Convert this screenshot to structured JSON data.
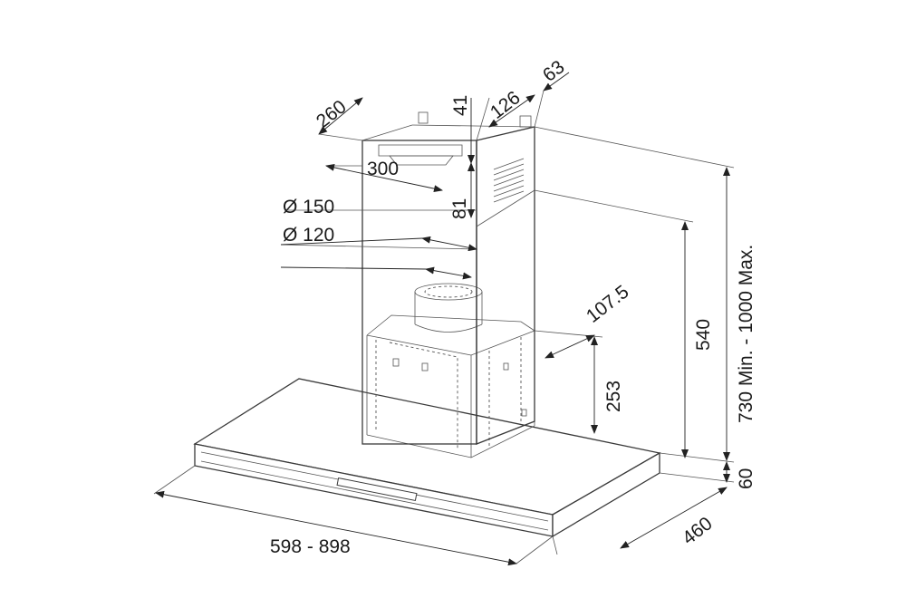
{
  "dimensions": {
    "top_depth": "260",
    "top_width": "300",
    "top_offset": "41",
    "top_vent_width": "126",
    "top_edge": "63",
    "vent_height": "81",
    "outlet_outer": "Ø 150",
    "outlet_inner": "Ø 120",
    "motor_offset": "107.5",
    "motor_height": "253",
    "chimney_height": "540",
    "total_height": "730 Min. - 1000 Max.",
    "canopy_height": "60",
    "canopy_depth": "460",
    "canopy_width": "598 - 898"
  }
}
